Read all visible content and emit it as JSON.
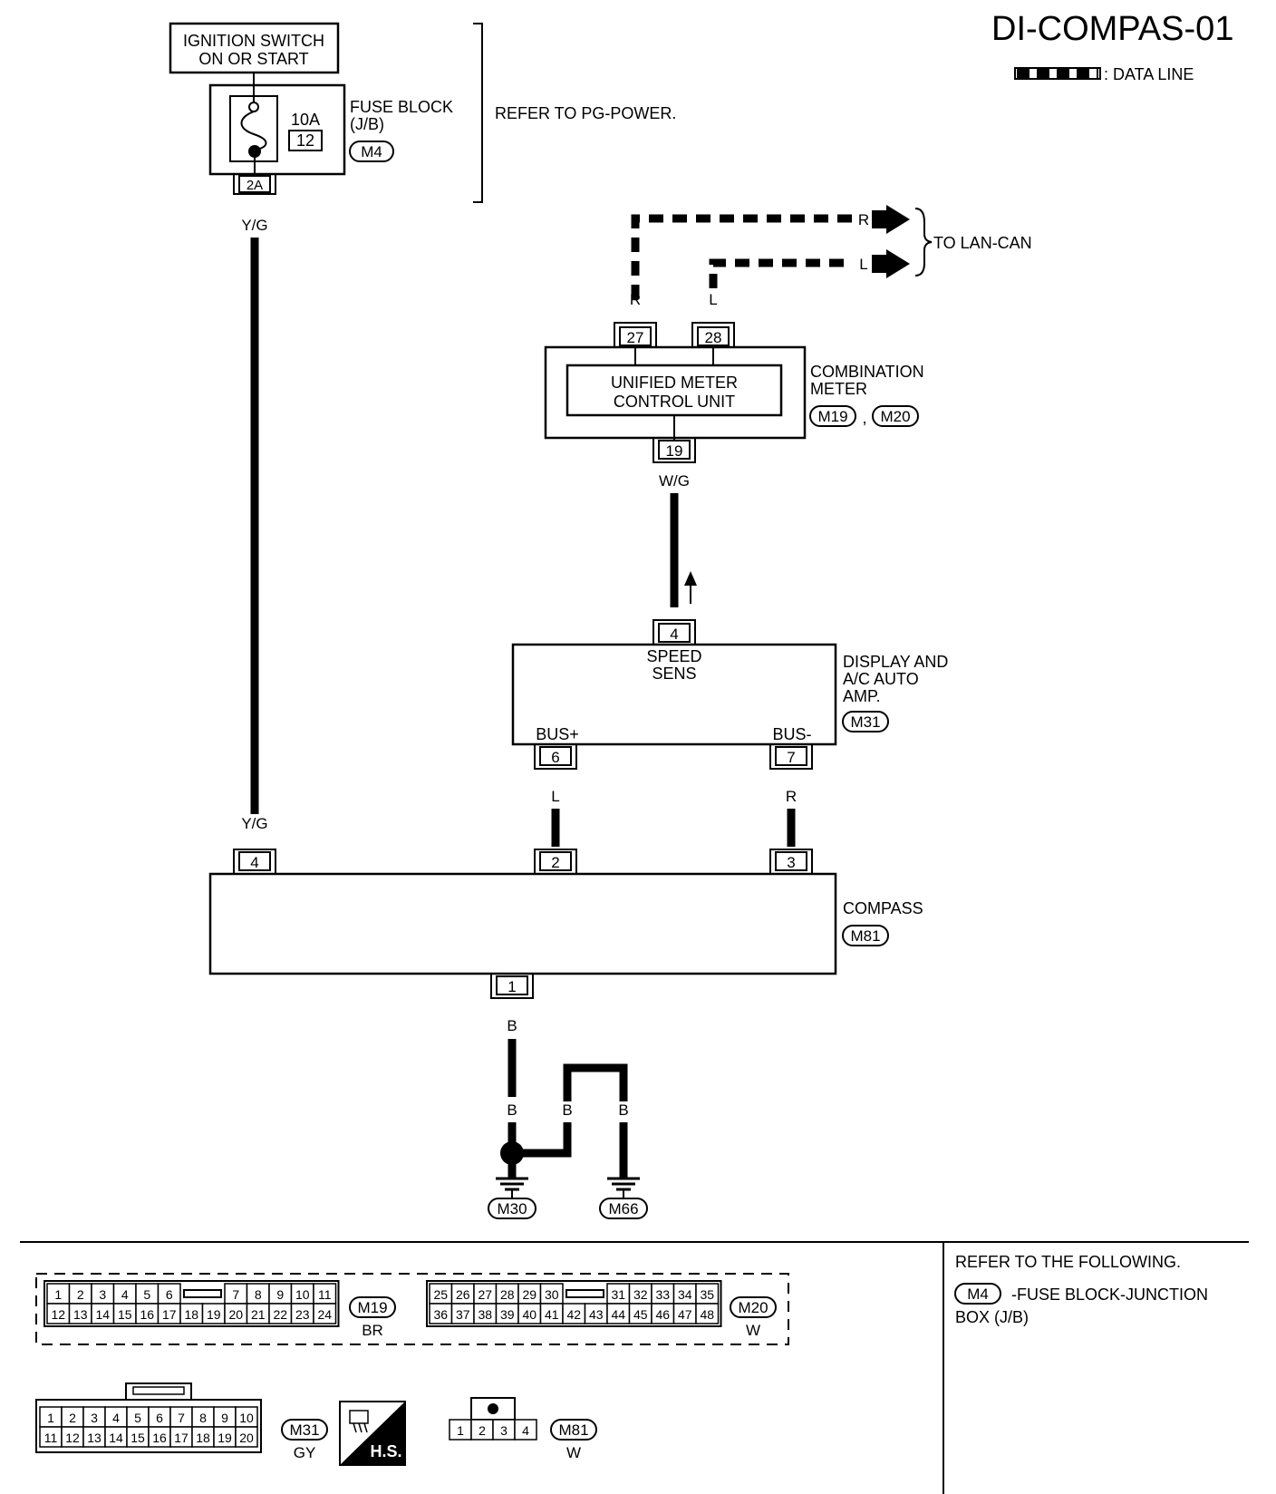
{
  "page_title": "DI-COMPAS-01",
  "legend": {
    "label": ": DATA LINE"
  },
  "ignition_switch": {
    "line1": "IGNITION SWITCH",
    "line2": "ON OR START"
  },
  "fuse_block": {
    "line1": "FUSE BLOCK",
    "line2": "(J/B)",
    "connector": "M4",
    "fuse_rating": "10A",
    "fuse_number": "12",
    "terminal": "2A"
  },
  "refer_pg_power": "REFER TO PG-POWER.",
  "lan_can": {
    "label": "TO LAN-CAN",
    "wire_r": "R",
    "wire_l": "L"
  },
  "combination_meter": {
    "line1": "COMBINATION",
    "line2": "METER",
    "connector_a": "M19",
    "separator": ",",
    "connector_b": "M20",
    "unit_line1": "UNIFIED METER",
    "unit_line2": "CONTROL UNIT",
    "pin_27": "27",
    "pin_28": "28",
    "pin_19": "19",
    "wire_27": "R",
    "wire_28": "L",
    "wire_19": "W/G"
  },
  "display_amp": {
    "line1": "DISPLAY AND",
    "line2": "A/C AUTO",
    "line3": "AMP.",
    "connector": "M31",
    "speed_line1": "SPEED",
    "speed_line2": "SENS",
    "bus_plus": "BUS+",
    "bus_minus": "BUS-",
    "pin_4": "4",
    "pin_6": "6",
    "pin_7": "7",
    "wire_6": "L",
    "wire_7": "R"
  },
  "compass": {
    "label": "COMPASS",
    "connector": "M81",
    "pin_4": "4",
    "pin_2": "2",
    "pin_3": "3",
    "pin_1": "1",
    "wire_top": "Y/G",
    "wire_bottom": "Y/G"
  },
  "ground": {
    "wire_b1": "B",
    "wire_b2": "B",
    "wire_b3": "B",
    "wire_b4": "B",
    "ground_a": "M30",
    "ground_b": "M66"
  },
  "connectors": {
    "m19": {
      "id": "M19",
      "color": "BR",
      "row1": [
        "1",
        "2",
        "3",
        "4",
        "5",
        "6",
        "",
        "7",
        "8",
        "9",
        "10",
        "11"
      ],
      "row2": [
        "12",
        "13",
        "14",
        "15",
        "16",
        "17",
        "18",
        "19",
        "20",
        "21",
        "22",
        "23",
        "24"
      ]
    },
    "m20": {
      "id": "M20",
      "color": "W",
      "row1": [
        "25",
        "26",
        "27",
        "28",
        "29",
        "30",
        "",
        "31",
        "32",
        "33",
        "34",
        "35"
      ],
      "row2": [
        "36",
        "37",
        "38",
        "39",
        "40",
        "41",
        "42",
        "43",
        "44",
        "45",
        "46",
        "47",
        "48"
      ]
    },
    "m31": {
      "id": "M31",
      "color": "GY",
      "row1": [
        "1",
        "2",
        "3",
        "4",
        "5",
        "6",
        "7",
        "8",
        "9",
        "10"
      ],
      "row2": [
        "11",
        "12",
        "13",
        "14",
        "15",
        "16",
        "17",
        "18",
        "19",
        "20"
      ]
    },
    "m81": {
      "id": "M81",
      "color": "W",
      "pins": [
        "1",
        "2",
        "3",
        "4"
      ]
    },
    "hs_label": "H.S."
  },
  "refer_following": {
    "line1": "REFER TO THE FOLLOWING.",
    "connector": "M4",
    "line2": "-FUSE BLOCK-JUNCTION",
    "line3": "BOX (J/B)"
  }
}
